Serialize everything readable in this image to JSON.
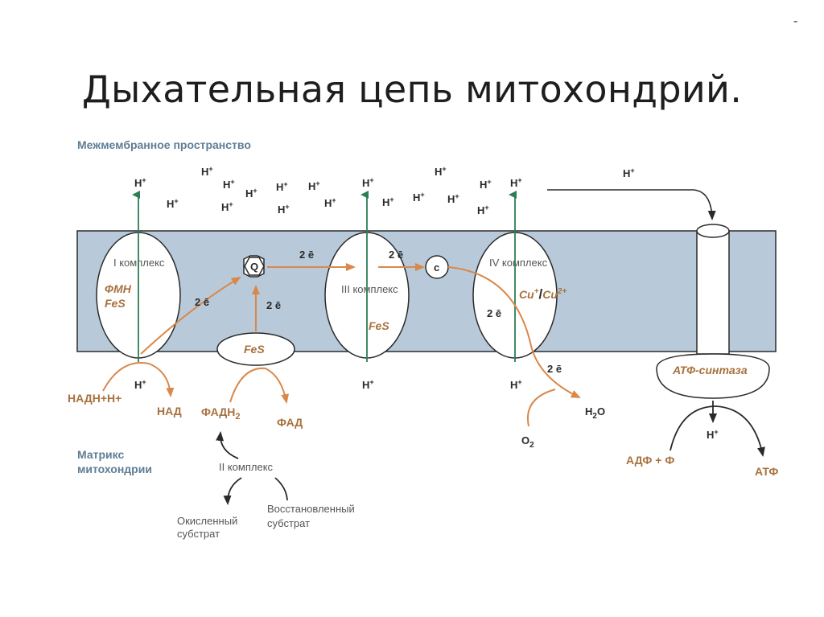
{
  "title": "Дыхательная цепь митохондрий.",
  "corner_mark": "-",
  "regions": {
    "intermembrane": "Межмембранное пространство",
    "matrix_line1": "Матрикс",
    "matrix_line2": "митохондрии"
  },
  "complexes": {
    "c1": "I комплекс",
    "c2": "II комплекс",
    "c3": "III комплекс",
    "c4": "IV комплекс"
  },
  "cofactors": {
    "fmn": "ФМН",
    "fes1": "FeS",
    "fes_mid": "FeS",
    "fes3": "FeS",
    "q": "Q",
    "c": "c",
    "cu_a": "Cu",
    "cu_a_sup": "+",
    "cu_slash": "/",
    "cu_b": "Cu",
    "cu_b_sup": "2+"
  },
  "electrons": {
    "e_label": "2 ē"
  },
  "proton": {
    "h": "H",
    "plus": "+"
  },
  "substances": {
    "nadh": "НАДН+Н+",
    "nad": "НАД",
    "fadh2_a": "ФАДН",
    "fadh2_b": "2",
    "fad": "ФАД",
    "o2_a": "O",
    "o2_b": "2",
    "h2o_a": "H",
    "h2o_b": "2",
    "h2o_c": "O",
    "oxidized_1": "Окисленный",
    "oxidized_2": "субстрат",
    "reduced_1": "Восстановленный",
    "reduced_2": "субстрат",
    "atp_synthase": "АТФ-синтаза",
    "adp": "АДФ + Ф",
    "atp": "АТФ"
  },
  "colors": {
    "membrane": "#b8cad9",
    "membrane_stroke": "#2a2a2a",
    "proton_arrow": "#2e7d55",
    "electron_arrow": "#d9884a",
    "text_brown": "#a8713d",
    "text_blue": "#5f7d95"
  }
}
